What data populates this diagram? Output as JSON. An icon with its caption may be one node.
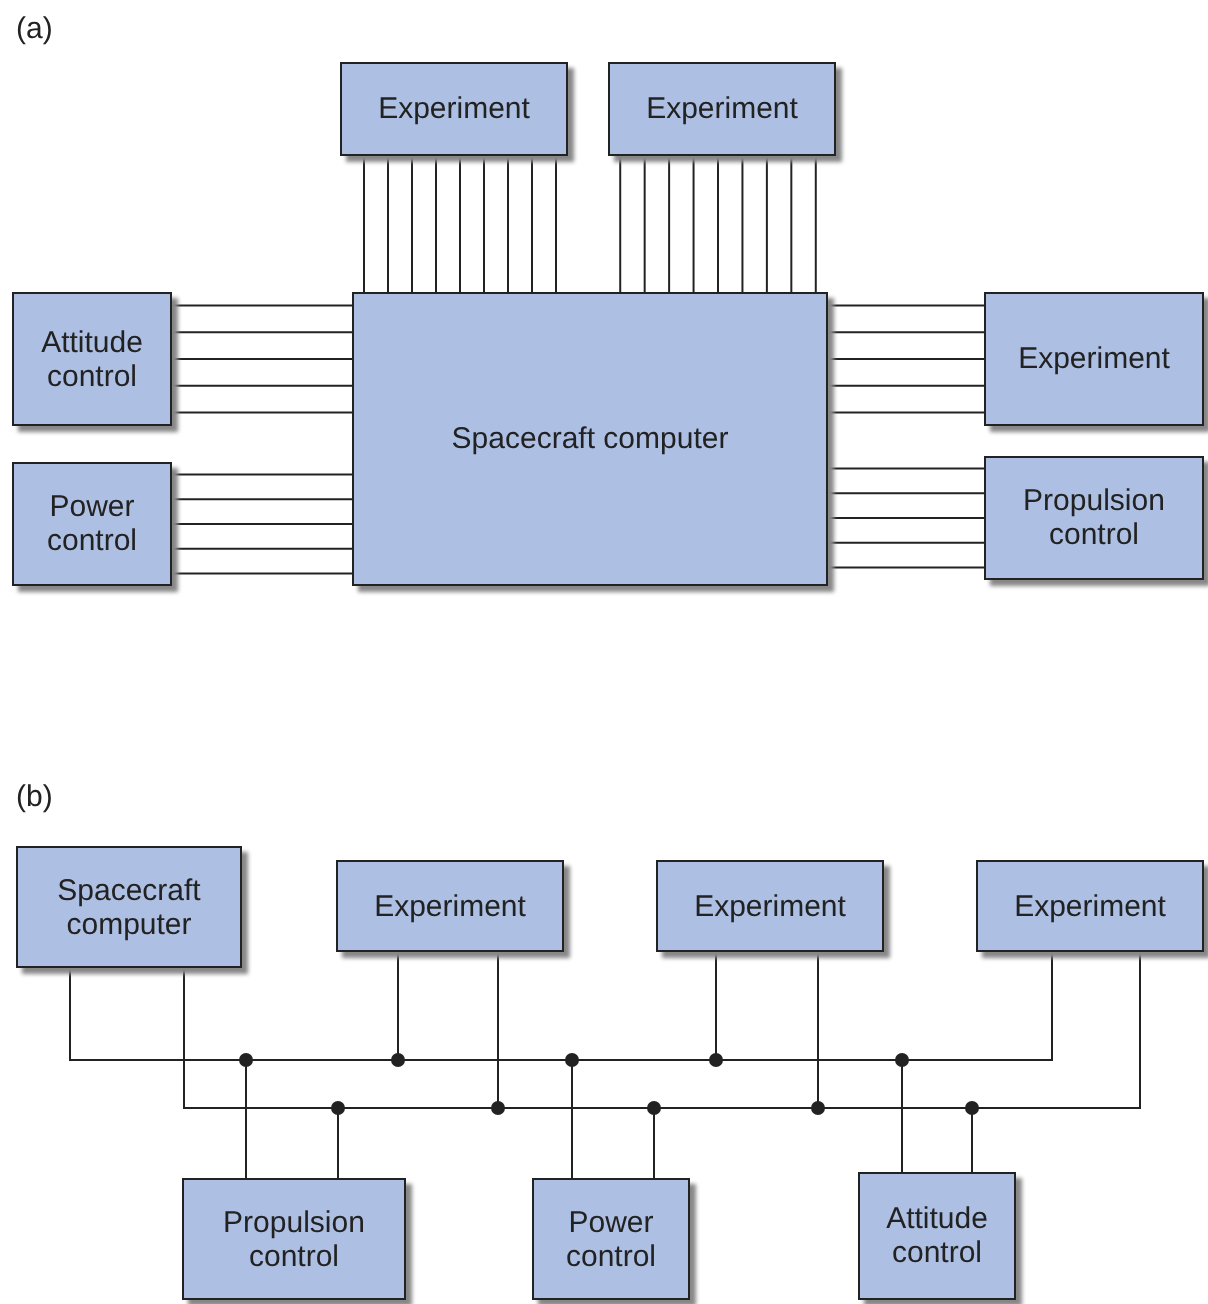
{
  "diagram": {
    "nodes": [
      {
        "text": [
          "Experiment"
        ]
      },
      {
        "text": [
          "Experiment"
        ]
      },
      {
        "text": [
          "Attitude control"
        ]
      },
      {
        "text": [
          "Spacecraft computer"
        ]
      },
      {
        "text": [
          "Experiment"
        ]
      },
      {
        "text": [
          "Power control"
        ]
      },
      {
        "text": [
          "Propulsion control"
        ]
      },
      {
        "text": [
          "Spacecraft computer"
        ]
      },
      {
        "text": [
          "Experiment"
        ]
      },
      {
        "text": [
          "Experiment"
        ]
      },
      {
        "text": [
          "Experiment"
        ]
      },
      {
        "text": [
          "Propulsion control"
        ]
      },
      {
        "text": [
          "Power control"
        ]
      },
      {
        "text": [
          "Attitude control"
        ]
      }
    ],
    "edges": [
      {
        "from": 0,
        "to": 3,
        "arrow": "none"
      },
      {
        "from": 0,
        "to": 3,
        "arrow": "none"
      },
      {
        "from": 0,
        "to": 3,
        "arrow": "none"
      },
      {
        "from": 0,
        "to": 3,
        "arrow": "none"
      },
      {
        "from": 0,
        "to": 3,
        "arrow": "none"
      },
      {
        "from": 0,
        "to": 3,
        "arrow": "none"
      },
      {
        "from": 0,
        "to": 3,
        "arrow": "none"
      },
      {
        "from": 0,
        "to": 3,
        "arrow": "none"
      },
      {
        "from": 0,
        "to": 3,
        "arrow": "none"
      },
      {
        "from": 1,
        "to": 3,
        "arrow": "none"
      },
      {
        "from": 1,
        "to": 3,
        "arrow": "none"
      },
      {
        "from": 1,
        "to": 3,
        "arrow": "none"
      },
      {
        "from": 1,
        "to": 3,
        "arrow": "none"
      },
      {
        "from": 1,
        "to": 3,
        "arrow": "none"
      },
      {
        "from": 1,
        "to": 3,
        "arrow": "none"
      },
      {
        "from": 1,
        "to": 3,
        "arrow": "none"
      },
      {
        "from": 1,
        "to": 3,
        "arrow": "none"
      },
      {
        "from": 1,
        "to": 3,
        "arrow": "none"
      },
      {
        "from": 2,
        "to": 3,
        "arrow": "none"
      },
      {
        "from": 2,
        "to": 3,
        "arrow": "none"
      },
      {
        "from": 2,
        "to": 3,
        "arrow": "none"
      },
      {
        "from": 2,
        "to": 3,
        "arrow": "none"
      },
      {
        "from": 2,
        "to": 3,
        "arrow": "none"
      },
      {
        "from": 5,
        "to": 3,
        "arrow": "none"
      },
      {
        "from": 5,
        "to": 3,
        "arrow": "none"
      },
      {
        "from": 5,
        "to": 3,
        "arrow": "none"
      },
      {
        "from": 5,
        "to": 3,
        "arrow": "none"
      },
      {
        "from": 5,
        "to": 3,
        "arrow": "none"
      },
      {
        "from": 3,
        "to": 4,
        "arrow": "none"
      },
      {
        "from": 3,
        "to": 4,
        "arrow": "none"
      },
      {
        "from": 3,
        "to": 4,
        "arrow": "none"
      },
      {
        "from": 3,
        "to": 4,
        "arrow": "none"
      },
      {
        "from": 3,
        "to": 4,
        "arrow": "none"
      },
      {
        "from": 3,
        "to": 6,
        "arrow": "none"
      },
      {
        "from": 3,
        "to": 6,
        "arrow": "none"
      },
      {
        "from": 3,
        "to": 6,
        "arrow": "none"
      },
      {
        "from": 3,
        "to": 6,
        "arrow": "none"
      },
      {
        "from": 3,
        "to": 6,
        "arrow": "none"
      },
      {
        "from": 7,
        "to": 8,
        "arrow": "none"
      },
      {
        "from": 7,
        "to": 9,
        "arrow": "none"
      },
      {
        "from": 7,
        "to": 10,
        "arrow": "none"
      },
      {
        "from": 7,
        "to": 11,
        "arrow": "none"
      },
      {
        "from": 7,
        "to": 12,
        "arrow": "none"
      },
      {
        "from": 7,
        "to": 13,
        "arrow": "none"
      },
      {
        "from": 7,
        "to": 8,
        "arrow": "none"
      },
      {
        "from": 7,
        "to": 9,
        "arrow": "none"
      },
      {
        "from": 7,
        "to": 10,
        "arrow": "none"
      },
      {
        "from": 7,
        "to": 11,
        "arrow": "none"
      },
      {
        "from": 7,
        "to": 12,
        "arrow": "none"
      },
      {
        "from": 7,
        "to": 13,
        "arrow": "none"
      }
    ],
    "labels": [
      "(a)",
      "(b)"
    ]
  }
}
